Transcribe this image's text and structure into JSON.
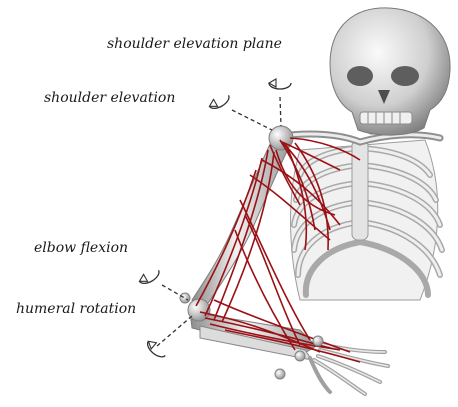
{
  "labels": {
    "shoulder_elevation_plane": "shoulder elevation plane",
    "shoulder_elevation": "shoulder elevation",
    "elbow_flexion": "elbow flexion",
    "humeral_rotation": "humeral rotation"
  },
  "colors": {
    "bone": "#d9d9d9",
    "bone_shadow": "#8a8a8a",
    "muscle": "#9b1014",
    "axis": "#333333"
  },
  "icons": [
    "rotation-arrow-icon"
  ]
}
